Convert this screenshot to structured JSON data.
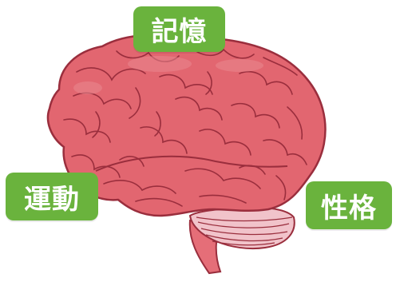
{
  "labels": {
    "memory": "記憶",
    "movement": "運動",
    "personality": "性格"
  },
  "colors": {
    "label_bg": "#6ab33d",
    "brain_fill": "#e26670",
    "brain_fill_light": "#ea8890",
    "brain_stroke": "#9a2e3d",
    "cerebellum_fill": "#f1c3ca",
    "stem_fill": "#e56e78"
  },
  "icons": {
    "brain": "brain-illustration"
  }
}
